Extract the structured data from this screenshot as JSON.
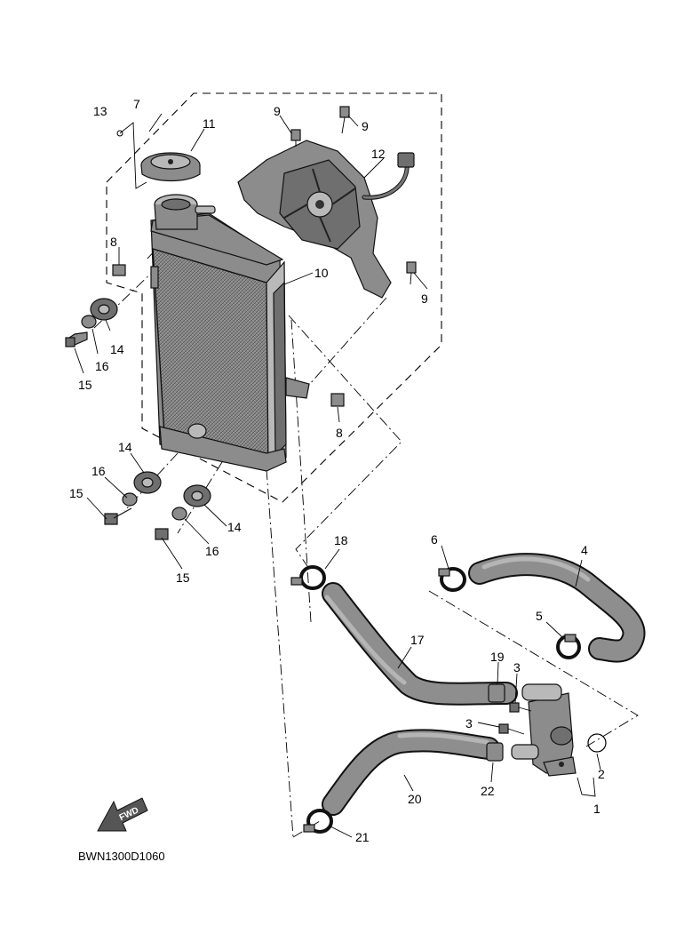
{
  "diagram": {
    "code": "BWN1300D1060",
    "fwd_label": "FWD",
    "callouts": {
      "c1": "1",
      "c2": "2",
      "c3a": "3",
      "c3b": "3",
      "c4": "4",
      "c5": "5",
      "c6": "6",
      "c7": "7",
      "c8a": "8",
      "c8b": "8",
      "c9a": "9",
      "c9b": "9",
      "c9c": "9",
      "c10": "10",
      "c11": "11",
      "c12": "12",
      "c13": "13",
      "c14a": "14",
      "c14b": "14",
      "c14c": "14",
      "c15a": "15",
      "c15b": "15",
      "c15c": "15",
      "c16a": "16",
      "c16b": "16",
      "c16c": "16",
      "c17": "17",
      "c18": "18",
      "c19": "19",
      "c20": "20",
      "c21": "21",
      "c22": "22"
    },
    "colors": {
      "line": "#000000",
      "part": "#7a7a7a",
      "background": "#ffffff"
    }
  }
}
